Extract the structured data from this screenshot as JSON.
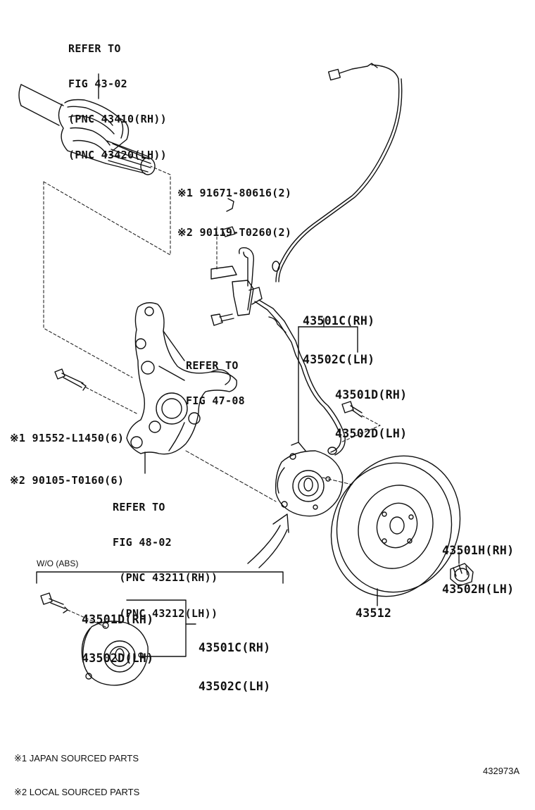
{
  "labels": {
    "driveshaft_ref": [
      "REFER TO",
      "FIG 43-02",
      "(PNC 43410(RH))",
      "(PNC 43420(LH))"
    ],
    "bolt_top": [
      "※1 91671-80616(2)",
      "※2 90119-T0260(2)"
    ],
    "abs_ref": [
      "REFER TO",
      "FIG 47-08"
    ],
    "knuckle_bolt": [
      "※1 91552-L1450(6)",
      "※2 90105-T0160(6)"
    ],
    "knuckle_ref": [
      "REFER TO",
      "FIG 48-02",
      " (PNC 43211(RH))",
      " (PNC 43212(LH))"
    ],
    "hub_main": [
      "43501C(RH)",
      "43502C(LH)"
    ],
    "hub_bolt": [
      "43501D(RH)",
      "43502D(LH)"
    ],
    "nut": [
      "43501H(RH)",
      "43502H(LH)"
    ],
    "disc": "43512",
    "wo_abs": "W/O (ABS)",
    "wo_bolt": [
      "43501D(RH)",
      "43502D(LH)"
    ],
    "wo_hub": [
      "43501C(RH)",
      "43502C(LH)"
    ],
    "legend": [
      "※1 JAPAN SOURCED PARTS",
      "※2 LOCAL SOURCED PARTS"
    ],
    "fig_code": "432973A"
  },
  "colors": {
    "ink": "#111111",
    "paper": "#ffffff"
  },
  "icons": [
    "drive-shaft",
    "abs-sensor",
    "steering-knuckle",
    "axle-hub",
    "brake-disc",
    "hub-nut",
    "hub-bolt",
    "mount-bolt"
  ]
}
